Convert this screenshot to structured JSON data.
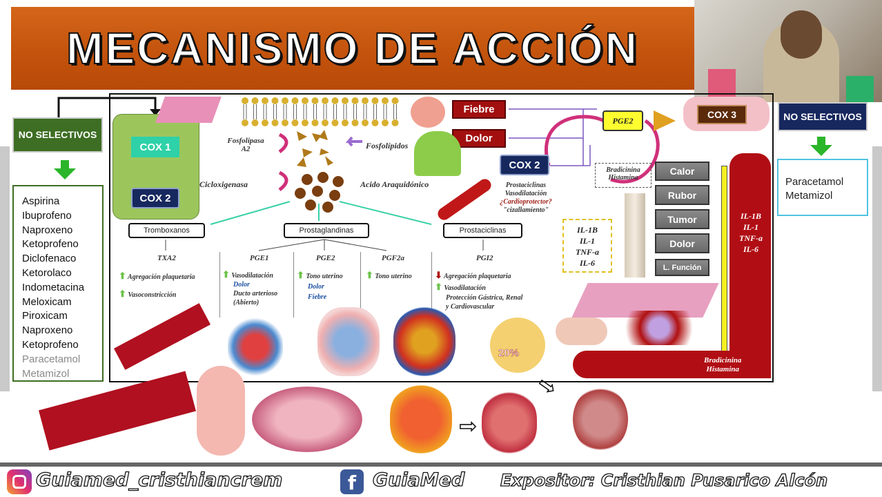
{
  "title": "MECANISMO DE ACCIÓN",
  "left_panel": {
    "header": "NO SELECTIVOS",
    "drugs": [
      "Aspirina",
      "Ibuprofeno",
      "Naproxeno",
      "Ketoprofeno",
      "Diclofenaco",
      "Ketorolaco",
      "Indometacina",
      "Meloxicam",
      "Piroxicam",
      "Naproxeno",
      "Ketoprofeno"
    ],
    "dim_drugs": [
      "Paracetamol",
      "Metamizol"
    ]
  },
  "right_panel": {
    "header": "NO SELECTIVOS",
    "drugs": [
      "Paracetamol",
      "Metamizol"
    ]
  },
  "diagram": {
    "cox1": "COX 1",
    "cox2": "COX 2",
    "cox2_right": "COX 2",
    "cox3": "COX 3",
    "fosfolipasa": "Fosfolipasa A2",
    "ciclooxigenasa": "Cicloxigenasa",
    "fosfolipidos": "Fosfolípidos",
    "acido": "Acido Araquidónico",
    "fiebre": "Fiebre",
    "dolor": "Dolor",
    "pge2_top": "PGE2",
    "bradicinina_histamina": [
      "Bradicinina",
      "Histamina"
    ],
    "cox2_effects": [
      "Prostaciclinas",
      "Vasodilatación",
      "¿Cardioprotector?",
      "\"cizallamiento\""
    ],
    "interleukins": [
      "IL-1B",
      "IL-1",
      "TNF-a",
      "IL-6"
    ],
    "signs": [
      "Calor",
      "Rubor",
      "Tumor",
      "Dolor",
      "L. Función"
    ],
    "vessel_interleukins": [
      "IL-1B",
      "IL-1",
      "TNF-a",
      "IL-6"
    ],
    "vessel_bottom": [
      "Bradicinina",
      "Histamina"
    ],
    "percent": "20%",
    "categories": {
      "tromboxanos": "Tromboxanos",
      "prostaglandinas": "Prostaglandinas",
      "prostaciclinas": "Prostaciclinas"
    },
    "txa2": {
      "name": "TXA2",
      "effects": [
        "Agregación plaquetaria",
        "Vasoconstricción"
      ]
    },
    "pge1": {
      "name": "PGE1",
      "effects": [
        "Vasodilatación"
      ],
      "extra": [
        "Dolor"
      ],
      "note": [
        "Ducto arterioso",
        "(Abierto)"
      ]
    },
    "pge2": {
      "name": "PGE2",
      "effects": [
        "Tono uterino"
      ],
      "extra": [
        "Dolor",
        "Fiebre"
      ]
    },
    "pgf2a": {
      "name": "PGF2a",
      "effects": [
        "Tono uterino"
      ]
    },
    "pgi2": {
      "name": "PGI2",
      "down": "Agregación plaquetaria",
      "effects": [
        "Vasodilatación"
      ],
      "note": [
        "Protección Gástrica, Renal",
        "y Cardiovascular"
      ]
    }
  },
  "footer": {
    "instagram": "Guiamed_cristhiancrem",
    "facebook": "GuiaMed",
    "expositor": "Expositor: Cristhian Pusarico Alcón"
  },
  "colors": {
    "title_bg": "#c95a10",
    "green": "#3d6e23",
    "navy": "#17285e",
    "red": "#a20f0f"
  }
}
